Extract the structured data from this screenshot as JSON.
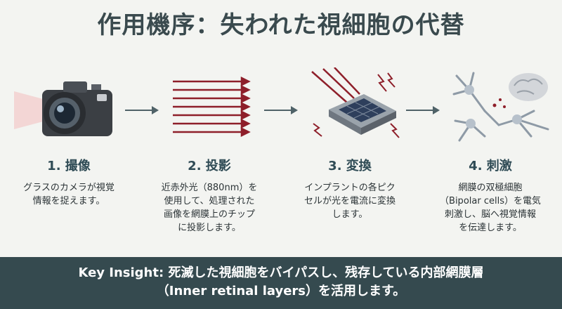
{
  "title": "作用機序：失われた視細胞の代替",
  "steps": [
    {
      "title": "1. 撮像",
      "lines": [
        "グラスのカメラが視覚",
        "情報を捉えます。"
      ],
      "icon": "camera-icon"
    },
    {
      "title": "2. 投影",
      "lines": [
        "近赤外光（880nm）を",
        "使用して、処理された",
        "画像を網膜上のチップ",
        "に投影します。"
      ],
      "icon": "infrared-light-rays-icon"
    },
    {
      "title": "3. 変換",
      "lines": [
        "インプラントの各ピク",
        "セルが光を電流に変換",
        "します。"
      ],
      "icon": "implant-chip-icon"
    },
    {
      "title": "4. 刺激",
      "lines": [
        "網膜の双極細胞",
        "（Bipolar cells）を電気",
        "刺激し、脳へ視覚情報",
        "を伝達します。"
      ],
      "icon": "neurons-brain-icon"
    }
  ],
  "insight": {
    "line1": "Key Insight: 死滅した視細胞をバイパスし、残存している内部網膜層",
    "line2": "（Inner retinal layers）を活用します。"
  },
  "colors": {
    "background": "#f3f4f1",
    "banner": "#354a4f",
    "ray": "#8e1f2a",
    "title": "#3a4a4e"
  }
}
